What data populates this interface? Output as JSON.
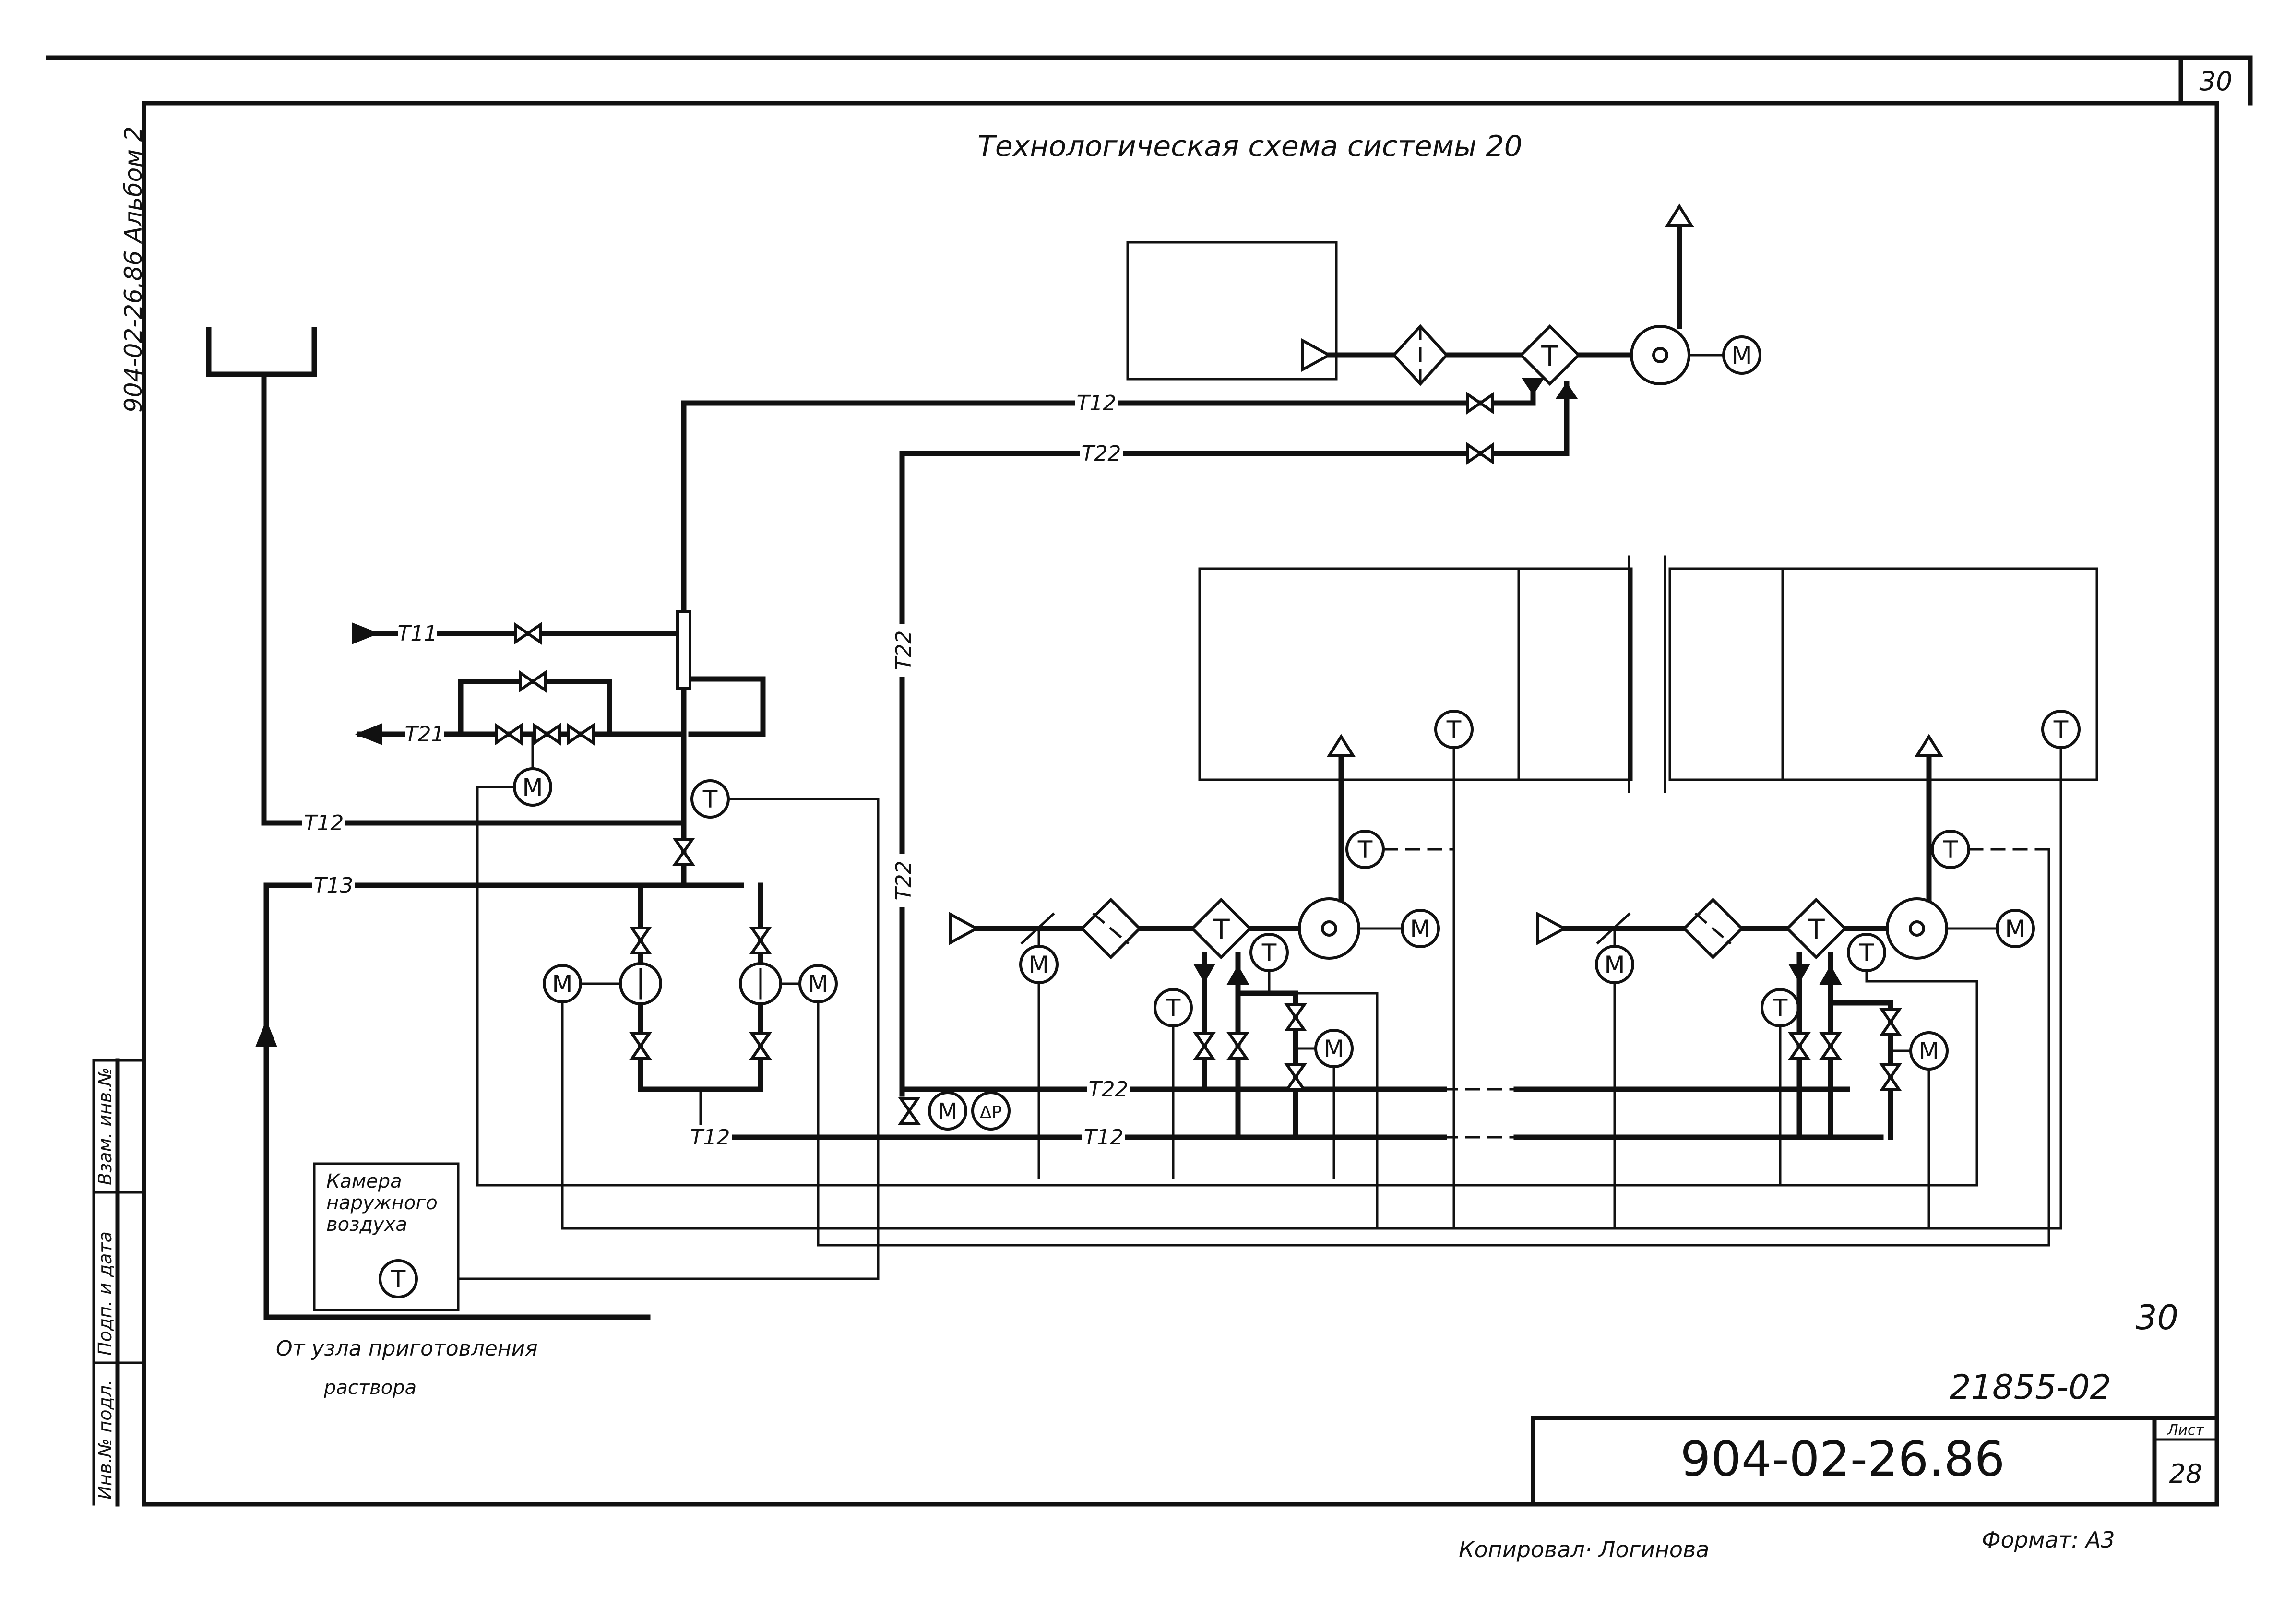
{
  "sheet": {
    "title": "Технологическая  схема  системы 20",
    "corner_page": "30",
    "side_stamp": "904-02-26.86 Альбом 2",
    "doc_number": "904-02-26.86",
    "sheet_label": "Лист",
    "sheet_number": "28",
    "archive_number": "21855-02",
    "page_mark": "30",
    "copied_by": "Копировал· Логинова",
    "format": "Формат: А3",
    "left_stamp": [
      "Взам. инв.№",
      "Подп. и дата",
      "Инв.№ подл."
    ]
  },
  "pipes": {
    "t11": "Т11",
    "t21": "Т21",
    "t12": "Т12",
    "t13": "Т13",
    "t22": "Т22"
  },
  "instruments": {
    "temp": "Т",
    "motor": "М",
    "dp": "ΔР"
  },
  "notes": {
    "chamber": [
      "Камера",
      "наружного",
      "воздуха"
    ],
    "source": [
      "От узла приготовления",
      "раствора"
    ]
  }
}
